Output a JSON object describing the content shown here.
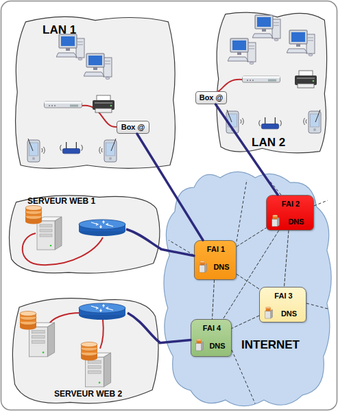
{
  "diagram": {
    "nodes": [
      {
        "text": [
          "LAN 1"
        ]
      },
      {
        "text": [
          "Box @"
        ],
        "in": 0
      },
      {
        "text": [
          "LAN 2"
        ]
      },
      {
        "text": [
          "Box @"
        ],
        "in": 2
      },
      {
        "text": [
          "SERVEUR WEB 1"
        ]
      },
      {
        "text": [
          "SERVEUR WEB 2"
        ]
      },
      {
        "text": [
          "INTERNET"
        ]
      },
      {
        "text": [
          "FAI 2",
          "DNS"
        ],
        "in": 6
      },
      {
        "text": [
          "FAI 1",
          "DNS"
        ],
        "in": 6
      },
      {
        "text": [
          "FAI 3",
          "DNS"
        ],
        "in": 6
      },
      {
        "text": [
          "FAI 4",
          "DNS"
        ],
        "in": 6
      }
    ],
    "edges": [
      {
        "from": 1,
        "to": 8,
        "arrow": "none"
      },
      {
        "from": 3,
        "to": 7,
        "arrow": "none"
      },
      {
        "from": 4,
        "to": 8,
        "arrow": "none"
      },
      {
        "from": 5,
        "to": 10,
        "arrow": "none"
      },
      {
        "from": 8,
        "to": 7,
        "arrow": "none"
      },
      {
        "from": 8,
        "to": 9,
        "arrow": "none"
      },
      {
        "from": 8,
        "to": 10,
        "arrow": "none"
      },
      {
        "from": 7,
        "to": 9,
        "arrow": "none"
      },
      {
        "from": 7,
        "to": 10,
        "arrow": "none"
      },
      {
        "from": 9,
        "to": 10,
        "arrow": "none"
      }
    ]
  }
}
